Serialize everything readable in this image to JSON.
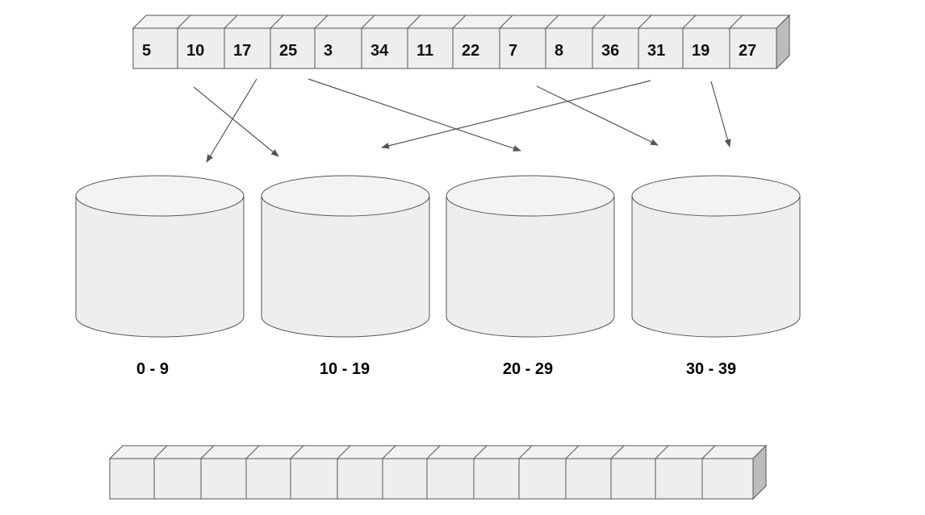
{
  "input_array": {
    "values": [
      "5",
      "10",
      "17",
      "25",
      "3",
      "34",
      "11",
      "22",
      "7",
      "8",
      "36",
      "31",
      "19",
      "27"
    ]
  },
  "buckets": [
    {
      "range": "0 - 9"
    },
    {
      "range": "10 - 19"
    },
    {
      "range": "20 - 29"
    },
    {
      "range": "30 - 39"
    }
  ],
  "output_array": {
    "values": [
      "",
      "",
      "",
      "",
      "",
      "",
      "",
      "",
      "",
      "",
      "",
      "",
      "",
      ""
    ]
  },
  "colors": {
    "cell_face": "#eeeeee",
    "cell_top": "#f2f2f2",
    "cell_side": "#bcbcbc",
    "stroke": "#555555",
    "arrow": "#555555"
  }
}
